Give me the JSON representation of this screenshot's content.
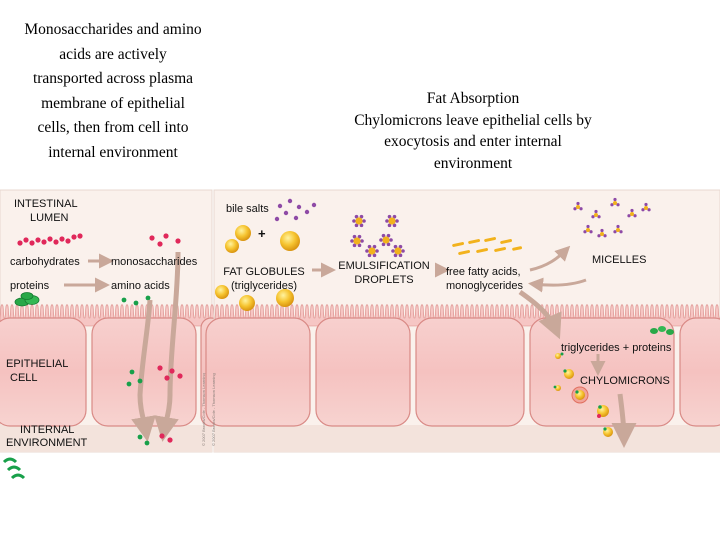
{
  "captions": {
    "left_lines": [
      "Monosaccharides and amino",
      "acids are actively",
      "transported across plasma",
      "membrane of epithelial",
      "cells, then from cell into",
      "internal environment"
    ],
    "right_lines": [
      "Fat Absorption",
      "Chylomicrons leave epithelial cells by",
      "exocytosis and enter internal",
      "environment"
    ]
  },
  "left_panel": {
    "intestinal_lumen": [
      "INTESTINAL",
      "LUMEN"
    ],
    "carbohydrates": "carbohydrates",
    "monosaccharides": "monosaccharides",
    "proteins": "proteins",
    "amino_acids": "amino acids",
    "epithelial_cell": [
      "EPITHELIAL",
      "CELL"
    ],
    "internal_environment": [
      "INTERNAL",
      "ENVIRONMENT"
    ],
    "credit": "© 2007 Brooks/Cole - Thomson Learning"
  },
  "right_panel": {
    "bile_salts": "bile salts",
    "plus": "+",
    "fat_globules": [
      "FAT GLOBULES",
      "(triglycerides)"
    ],
    "emulsification": [
      "EMULSIFICATION",
      "DROPLETS"
    ],
    "free_fatty_acids": [
      "free fatty acids,",
      "monoglycerides"
    ],
    "micelles": "MICELLES",
    "triglycerides_proteins": "triglycerides + proteins",
    "chylomicrons": "CHYLOMICRONS",
    "credit": "© 2007 Brooks/Cole - Thomson Learning"
  },
  "colors": {
    "lumen": "#faf1ec",
    "cell": "#f6c6c4",
    "cell_edge": "#d98a86",
    "internal": "#f3e3dc",
    "arrow": "#c9a89a",
    "sugar": "#e0285a",
    "amino": "#18a04a",
    "fat": "#f2b21c",
    "bile": "#8e4aa6"
  }
}
